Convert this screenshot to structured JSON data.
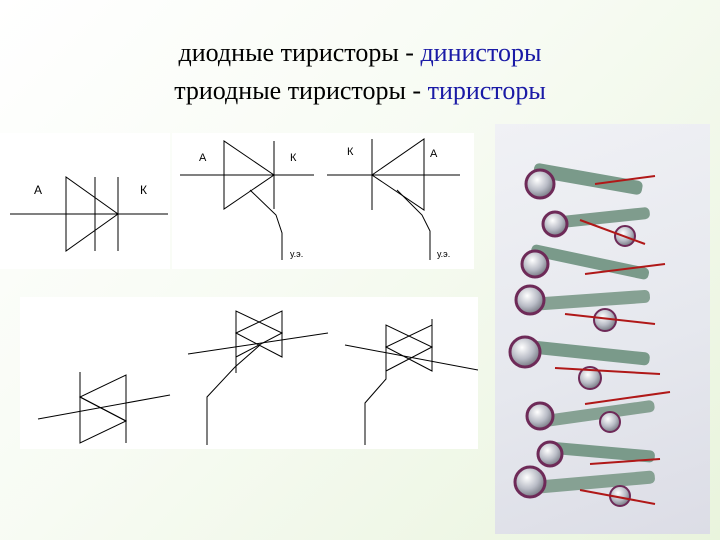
{
  "title": {
    "line1_prefix": "диодные  тиристоры - ",
    "line1_accent": "динисторы",
    "line2_prefix": "триодные  тиристоры - ",
    "line2_accent": "тиристоры"
  },
  "diagram_labels": {
    "anode": "А",
    "cathode": "К",
    "control_electrode": "у.э."
  },
  "colors": {
    "title_accent": "#1a1aa6",
    "line": "#000000",
    "photo_background": "#e6e8ee"
  },
  "photo": {
    "description_icon": "thyristor-components-photo"
  }
}
